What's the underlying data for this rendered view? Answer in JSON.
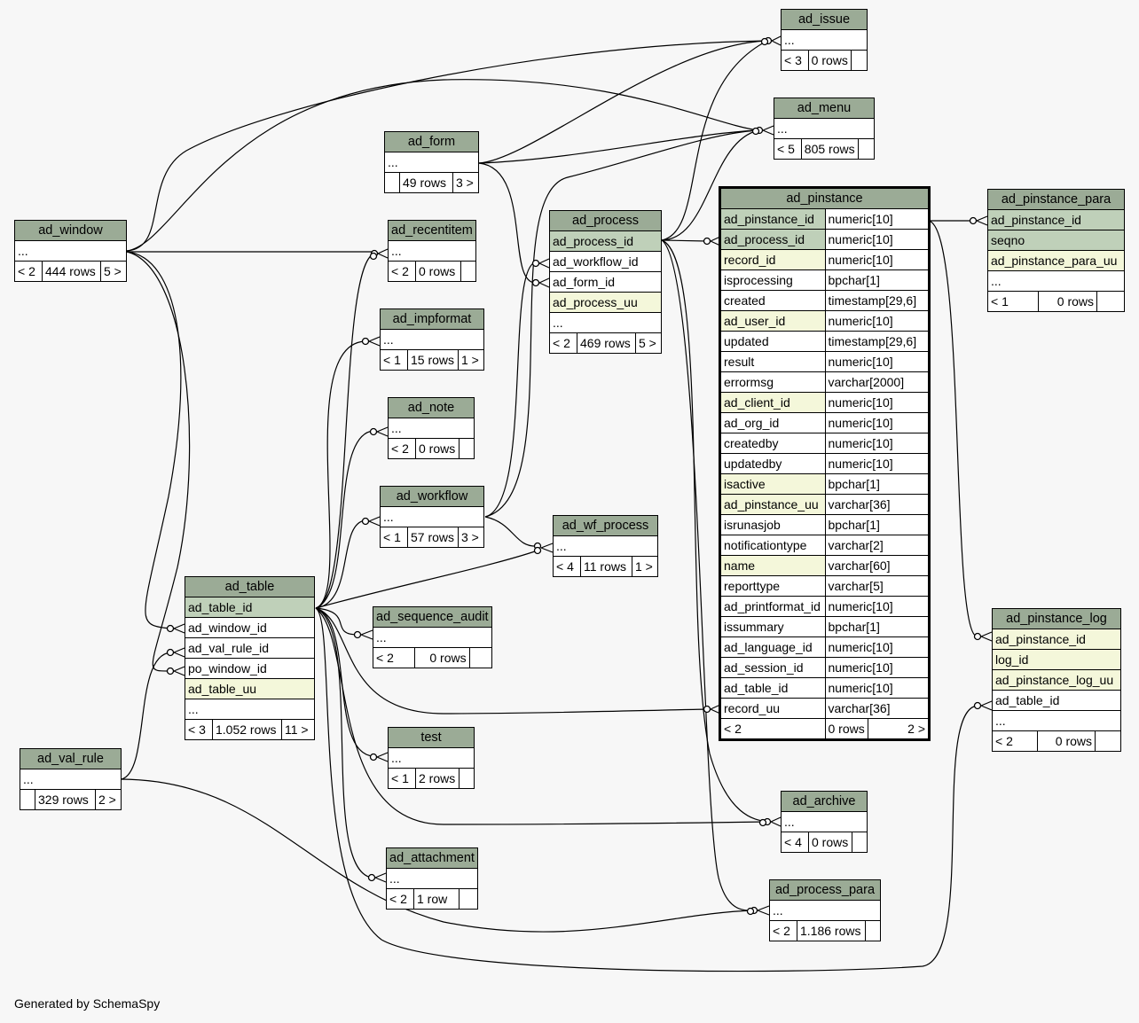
{
  "footer": "Generated by SchemaSpy",
  "tables": {
    "ad_issue": {
      "name": "ad_issue",
      "ellipsis": "...",
      "prev": "< 3",
      "rows": "0 rows",
      "next": ""
    },
    "ad_menu": {
      "name": "ad_menu",
      "ellipsis": "...",
      "prev": "< 5",
      "rows": "805 rows",
      "next": ""
    },
    "ad_form": {
      "name": "ad_form",
      "ellipsis": "...",
      "prev": "",
      "rows": "49 rows",
      "next": "3 >"
    },
    "ad_window": {
      "name": "ad_window",
      "ellipsis": "...",
      "prev": "< 2",
      "rows": "444 rows",
      "next": "5 >"
    },
    "ad_recentitem": {
      "name": "ad_recentitem",
      "ellipsis": "...",
      "prev": "< 2",
      "rows": "0 rows",
      "next": ""
    },
    "ad_impformat": {
      "name": "ad_impformat",
      "ellipsis": "...",
      "prev": "< 1",
      "rows": "15 rows",
      "next": "1 >"
    },
    "ad_note": {
      "name": "ad_note",
      "ellipsis": "...",
      "prev": "< 2",
      "rows": "0 rows",
      "next": ""
    },
    "ad_workflow": {
      "name": "ad_workflow",
      "ellipsis": "...",
      "prev": "< 1",
      "rows": "57 rows",
      "next": "3 >"
    },
    "ad_wf_process": {
      "name": "ad_wf_process",
      "ellipsis": "...",
      "prev": "< 4",
      "rows": "11 rows",
      "next": "1 >"
    },
    "ad_sequence_audit": {
      "name": "ad_sequence_audit",
      "ellipsis": "...",
      "prev": "< 2",
      "rows": "0 rows",
      "next": ""
    },
    "test": {
      "name": "test",
      "ellipsis": "...",
      "prev": "< 1",
      "rows": "2 rows",
      "next": ""
    },
    "ad_attachment": {
      "name": "ad_attachment",
      "ellipsis": "...",
      "prev": "< 2",
      "rows": "1 row",
      "next": ""
    },
    "ad_val_rule": {
      "name": "ad_val_rule",
      "ellipsis": "...",
      "prev": "",
      "rows": "329 rows",
      "next": "2 >"
    },
    "ad_archive": {
      "name": "ad_archive",
      "ellipsis": "...",
      "prev": "< 4",
      "rows": "0 rows",
      "next": ""
    },
    "ad_process_para": {
      "name": "ad_process_para",
      "ellipsis": "...",
      "prev": "< 2",
      "rows": "1.186 rows",
      "next": ""
    },
    "ad_process": {
      "name": "ad_process",
      "cols": [
        "ad_process_id",
        "ad_workflow_id",
        "ad_form_id",
        "ad_process_uu"
      ],
      "ellipsis": "...",
      "prev": "< 2",
      "rows": "469 rows",
      "next": "5 >"
    },
    "ad_table": {
      "name": "ad_table",
      "cols": [
        "ad_table_id",
        "ad_window_id",
        "ad_val_rule_id",
        "po_window_id",
        "ad_table_uu"
      ],
      "ellipsis": "...",
      "prev": "< 3",
      "rows": "1.052 rows",
      "next": "11 >"
    },
    "ad_pinstance_para": {
      "name": "ad_pinstance_para",
      "cols": [
        "ad_pinstance_id",
        "seqno",
        "ad_pinstance_para_uu"
      ],
      "ellipsis": "...",
      "prev": "< 1",
      "rows": "0 rows",
      "next": ""
    },
    "ad_pinstance_log": {
      "name": "ad_pinstance_log",
      "cols": [
        "ad_pinstance_id",
        "log_id",
        "ad_pinstance_log_uu",
        "ad_table_id"
      ],
      "ellipsis": "...",
      "prev": "< 2",
      "rows": "0 rows",
      "next": ""
    },
    "ad_pinstance": {
      "name": "ad_pinstance",
      "cols": [
        [
          "ad_pinstance_id",
          "numeric[10]"
        ],
        [
          "ad_process_id",
          "numeric[10]"
        ],
        [
          "record_id",
          "numeric[10]"
        ],
        [
          "isprocessing",
          "bpchar[1]"
        ],
        [
          "created",
          "timestamp[29,6]"
        ],
        [
          "ad_user_id",
          "numeric[10]"
        ],
        [
          "updated",
          "timestamp[29,6]"
        ],
        [
          "result",
          "numeric[10]"
        ],
        [
          "errormsg",
          "varchar[2000]"
        ],
        [
          "ad_client_id",
          "numeric[10]"
        ],
        [
          "ad_org_id",
          "numeric[10]"
        ],
        [
          "createdby",
          "numeric[10]"
        ],
        [
          "updatedby",
          "numeric[10]"
        ],
        [
          "isactive",
          "bpchar[1]"
        ],
        [
          "ad_pinstance_uu",
          "varchar[36]"
        ],
        [
          "isrunasjob",
          "bpchar[1]"
        ],
        [
          "notificationtype",
          "varchar[2]"
        ],
        [
          "name",
          "varchar[60]"
        ],
        [
          "reporttype",
          "varchar[5]"
        ],
        [
          "ad_printformat_id",
          "numeric[10]"
        ],
        [
          "issummary",
          "bpchar[1]"
        ],
        [
          "ad_language_id",
          "numeric[10]"
        ],
        [
          "ad_session_id",
          "numeric[10]"
        ],
        [
          "ad_table_id",
          "numeric[10]"
        ],
        [
          "record_uu",
          "varchar[36]"
        ]
      ],
      "prev": "< 2",
      "rows": "0 rows",
      "next": "2 >"
    }
  }
}
